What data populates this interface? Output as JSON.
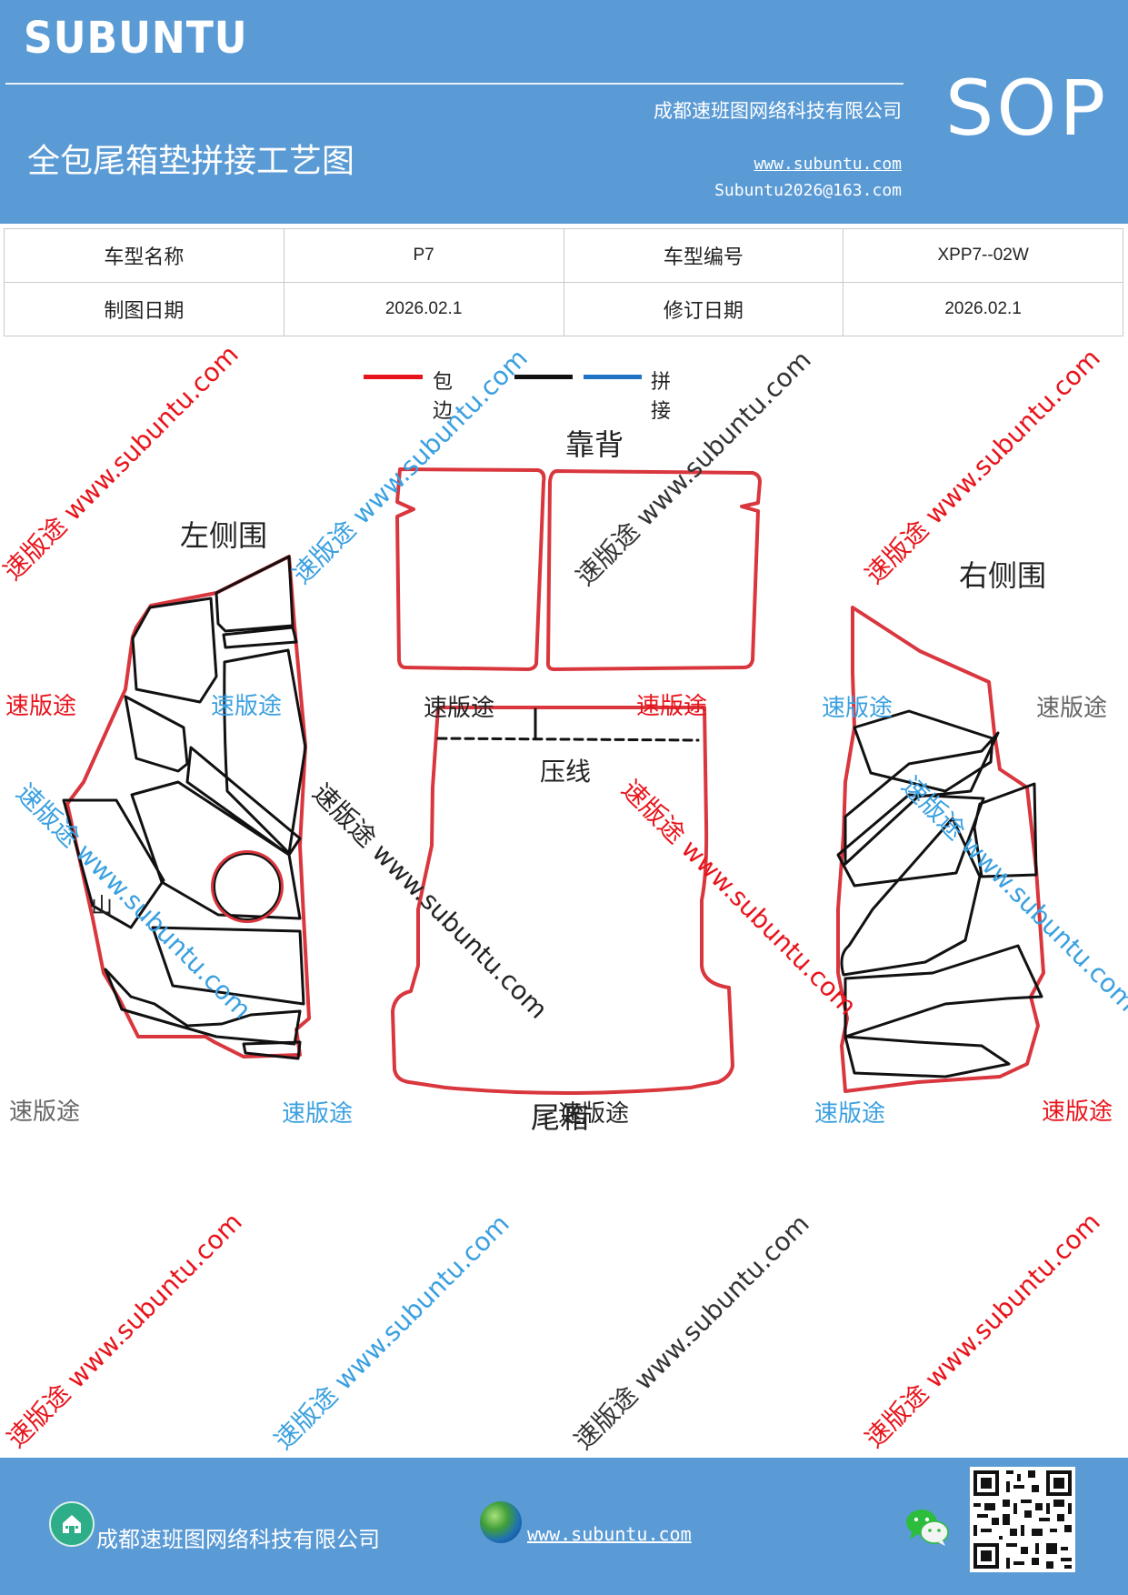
{
  "header": {
    "logo": "SUBUNTU",
    "company": "成都速班图网络科技有限公司",
    "title": "全包尾箱垫拼接工艺图",
    "website": "www.subuntu.com",
    "email": "Subuntu2026@163.com",
    "badge": "SOP",
    "background_color": "#5b9bd5"
  },
  "info_table": {
    "rows": [
      {
        "label1": "车型名称",
        "value1": "P7",
        "label2": "车型编号",
        "value2": "XPP7--02W"
      },
      {
        "label1": "制图日期",
        "value1": "2026.02.1",
        "label2": "修订日期",
        "value2": "2026.02.1"
      }
    ]
  },
  "legend": {
    "items": [
      {
        "label": "包边",
        "color": "#e8141b"
      },
      {
        "label": "",
        "color": "#111111"
      },
      {
        "label": "拼接",
        "color": "#1f73c4"
      }
    ]
  },
  "diagram": {
    "labels": {
      "backrest": "靠背",
      "left_side": "左侧围",
      "right_side": "右侧围",
      "press_line": "压线",
      "trunk": "尾箱",
      "left_mark": "山"
    },
    "edge_color": "#d9363e",
    "seam_color": "#111111"
  },
  "watermarks": {
    "brand": "速版途",
    "diagonal_text": "速版途 www.subuntu.com",
    "colors": {
      "red": "#e8141b",
      "blue": "#3aa0e0",
      "gray": "#666666",
      "dark": "#222222"
    }
  },
  "footer": {
    "company": "成都速班图网络科技有限公司",
    "website": "www.subuntu.com",
    "icons": [
      "home-icon",
      "globe-icon",
      "wechat-icon",
      "qr-code"
    ]
  }
}
